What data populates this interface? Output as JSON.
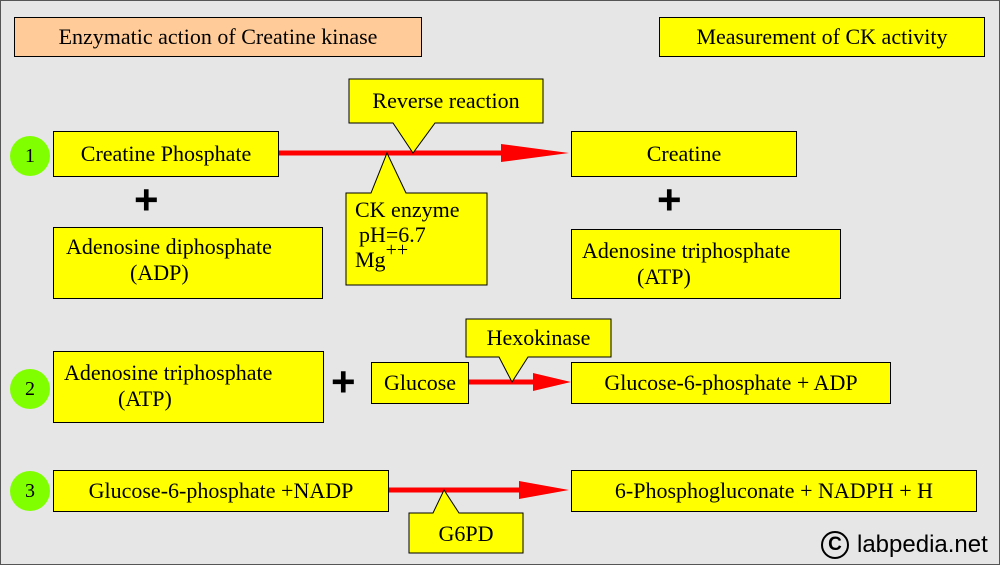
{
  "header": {
    "left_title": "Enzymatic action of Creatine kinase",
    "right_title": "Measurement of CK activity"
  },
  "colors": {
    "box_fill": "#ffff00",
    "left_title_fill": "#ffcc99",
    "number_circle": "#80ff00",
    "arrow": "#ff0000",
    "background": "#e6e6e6"
  },
  "reaction1": {
    "number": "1",
    "substrate1": "Creatine Phosphate",
    "plus_left": "+",
    "substrate2_line1": "Adenosine diphosphate",
    "substrate2_line2": "(ADP)",
    "callout_top": "Reverse reaction",
    "enzyme_line1": "CK enzyme",
    "enzyme_line2": "pH=6.7",
    "enzyme_line3": "Mg",
    "enzyme_sup": "++",
    "product1": "Creatine",
    "plus_right": "+",
    "product2_line1": "Adenosine triphosphate",
    "product2_line2": "(ATP)"
  },
  "reaction2": {
    "number": "2",
    "substrate1_line1": "Adenosine triphosphate",
    "substrate1_line2": "(ATP)",
    "plus": "+",
    "substrate2": "Glucose",
    "enzyme": "Hexokinase",
    "product": "Glucose-6-phosphate + ADP"
  },
  "reaction3": {
    "number": "3",
    "substrate": "Glucose-6-phosphate +NADP",
    "enzyme": "G6PD",
    "product": "6-Phosphogluconate + NADPH + H"
  },
  "watermark": {
    "symbol": "C",
    "text": "labpedia.net"
  }
}
